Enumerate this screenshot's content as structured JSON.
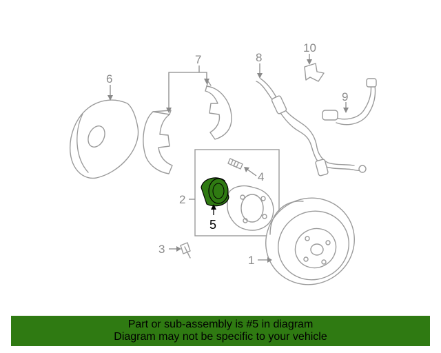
{
  "callouts": {
    "c1": "1",
    "c2": "2",
    "c3": "3",
    "c4": "4",
    "c5": "5",
    "c6": "6",
    "c7": "7",
    "c8": "8",
    "c9": "9",
    "c10": "10"
  },
  "highlight_color": "#2f7a12",
  "banner": {
    "line1": "Part or sub-assembly is #5 in diagram",
    "line2": "Diagram may not be specific to your vehicle"
  }
}
